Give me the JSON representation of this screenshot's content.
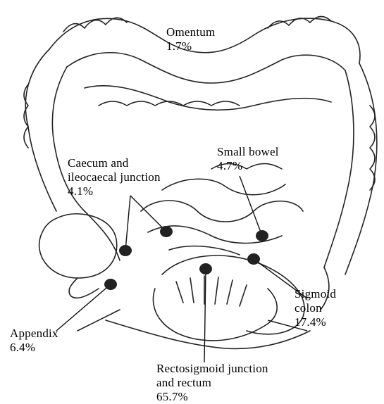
{
  "labels": {
    "omentum": {
      "name": "Omentum",
      "pct": "1.7%"
    },
    "caecum": {
      "line1": "Caecum and",
      "line2": "ileocaecal junction",
      "pct": "4.1%"
    },
    "small_bowel": {
      "name": "Small bowel",
      "pct": "4.7%"
    },
    "sigmoid": {
      "line1": "Sigmoid",
      "line2": "colon",
      "pct": "17.4%"
    },
    "appendix": {
      "name": "Appendix",
      "pct": "6.4%"
    },
    "rectosigmoid": {
      "line1": "Rectosigmoid junction",
      "line2": "and rectum",
      "pct": "65.7%"
    }
  },
  "colors": {
    "ink": "#000000",
    "background": "#ffffff",
    "marker": "#222222"
  }
}
